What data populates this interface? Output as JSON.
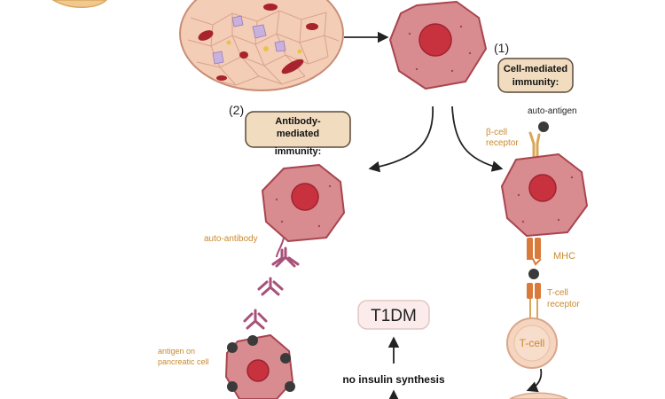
{
  "labels": {
    "step1_number": "(1)",
    "step1_title_line1": "Cell-mediated",
    "step1_title_line2": "immunity:",
    "step2_number": "(2)",
    "step2_title_line1": "Antibody-",
    "step2_title_line2": "mediated",
    "step2_title_line3": "immunity:",
    "auto_antigen": "auto-antigen",
    "beta_cell_receptor_line1": "β-cell",
    "beta_cell_receptor_line2": "receptor",
    "auto_antibody": "auto-antibody",
    "mhc": "MHC",
    "tcell_receptor_line1": "T-cell",
    "tcell_receptor_line2": "receptor",
    "tcell": "T-cell",
    "antigen_on_line1": "antigen on",
    "antigen_on_line2": "pancreatic cell",
    "t1dm": "T1DM",
    "no_insulin": "no insulin synthesis"
  },
  "colors": {
    "cell_fill": "#d98c90",
    "cell_stroke": "#a8454e",
    "nucleus": "#c8323f",
    "label_box_fill": "#f1dcc0",
    "label_box_stroke": "#5a4a3a",
    "orange_text": "#c98a2e",
    "mhc_orange": "#d9793a",
    "antibody": "#a8507a",
    "antigen_ball": "#3a3a3a",
    "tcell_fill": "#f5d5bf",
    "arrow": "#222222"
  }
}
